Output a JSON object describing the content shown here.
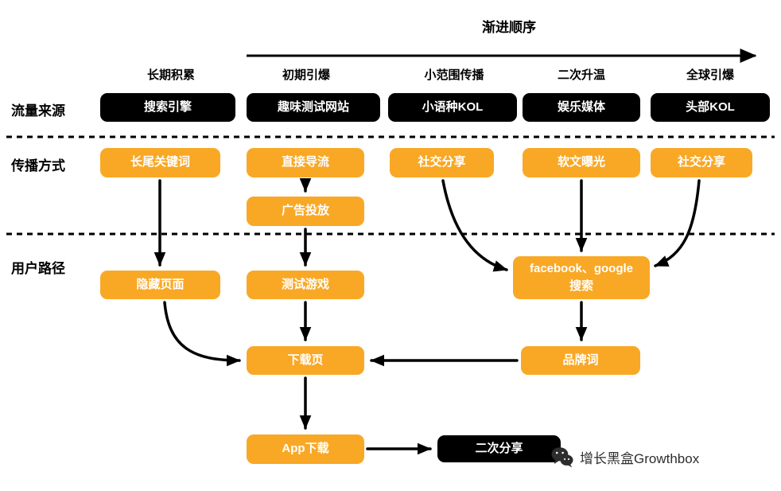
{
  "title": "渐进顺序",
  "rows": [
    {
      "label": "流量来源"
    },
    {
      "label": "传播方式"
    },
    {
      "label": "用户路径"
    }
  ],
  "columns": [
    {
      "label": "长期积累"
    },
    {
      "label": "初期引爆"
    },
    {
      "label": "小范围传播"
    },
    {
      "label": "二次升温"
    },
    {
      "label": "全球引爆"
    }
  ],
  "nodes": {
    "search_engine": "搜索引擎",
    "quiz_site": "趣味测试网站",
    "minor_lang_kol": "小语种KOL",
    "entertainment_media": "娱乐媒体",
    "top_kol": "头部KOL",
    "longtail_keywords": "长尾关键词",
    "direct_traffic": "直接导流",
    "social_share_1": "社交分享",
    "soft_article": "软文曝光",
    "social_share_2": "社交分享",
    "ad_placement": "广告投放",
    "hidden_page": "隐藏页面",
    "test_game": "测试游戏",
    "fb_google_search": "facebook、google\n搜索",
    "brand_words": "品牌词",
    "download_page": "下载页",
    "app_download": "App下载",
    "second_share": "二次分享"
  },
  "watermark": {
    "icon": "wechat-icon",
    "text": "增长黑盒Growthbox"
  },
  "colors": {
    "accent": "#F9A825",
    "node_black": "#000000",
    "node_text": "#FFFFFF",
    "arrow": "#000000"
  }
}
